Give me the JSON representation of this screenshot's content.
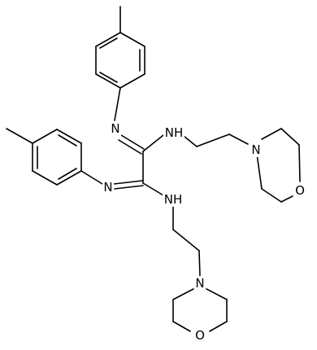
{
  "molecule": {
    "atom_labels": {
      "imine_n_top": "N",
      "imine_n_left": "N",
      "amine_nh_upper": "NH",
      "amine_nh_lower": "NH",
      "morpholine_n_upper": "N",
      "morpholine_o_upper": "O",
      "morpholine_n_lower": "N",
      "morpholine_o_lower": "O"
    },
    "colors": {
      "bond": "#000000",
      "label": "#000000",
      "background": "#ffffff"
    }
  }
}
